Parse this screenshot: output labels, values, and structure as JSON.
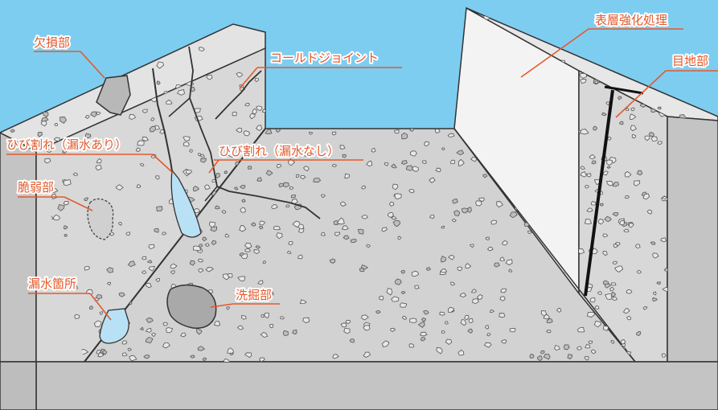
{
  "colors": {
    "background": "#7dcdf0",
    "concrete_wall": "#d6d6d6",
    "concrete_top": "#e9e9e9",
    "concrete_dark": "#b9b9b9",
    "floor": "#d2d2d2",
    "plain_wall": "#f3f3f3",
    "water": "#b9e1f5",
    "crack": "#333333",
    "label": "#e35a2c"
  },
  "labels": {
    "kesson": "欠損部",
    "cold_joint": "コールドジョイント",
    "crack_leak": "ひび割れ（漏水あり）",
    "crack_noleak": "ひび割れ（漏水なし）",
    "weak": "脆弱部",
    "leak_point": "漏水箇所",
    "scour": "洗掘部",
    "surface_reinforce": "表層強化処理",
    "joint": "目地部"
  }
}
